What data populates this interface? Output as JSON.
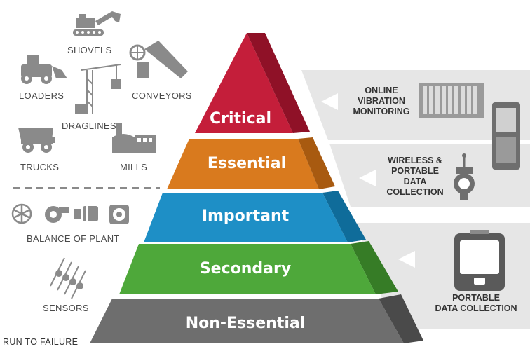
{
  "tiers": [
    {
      "label": "Critical",
      "color": "#c41e3a",
      "shade": "#8f1127"
    },
    {
      "label": "Essential",
      "color": "#d97a1e",
      "shade": "#a85a10"
    },
    {
      "label": "Important",
      "color": "#1e8fc6",
      "shade": "#0f6c9a"
    },
    {
      "label": "Secondary",
      "color": "#4ea83a",
      "shade": "#367c26"
    },
    {
      "label": "Non-Essential",
      "color": "#6e6e6e",
      "shade": "#4a4a4a"
    }
  ],
  "assets": {
    "shovels": "SHOVELS",
    "loaders": "LOADERS",
    "conveyors": "CONVEYORS",
    "draglines": "DRAGLINES",
    "trucks": "TRUCKS",
    "mills": "MILLS",
    "balance_of_plant": "BALANCE OF PLANT",
    "sensors": "SENSORS",
    "run_to_failure": "RUN TO FAILURE"
  },
  "methods": {
    "online": [
      "ONLINE",
      "VIBRATION",
      "MONITORING"
    ],
    "wireless": [
      "WIRELESS &",
      "PORTABLE",
      "DATA",
      "COLLECTION"
    ],
    "portable": [
      "PORTABLE",
      "DATA COLLECTION"
    ]
  },
  "colors": {
    "icon": "#8a8a8a",
    "panel": "#e6e6e6",
    "text": "#4a4a4a"
  }
}
